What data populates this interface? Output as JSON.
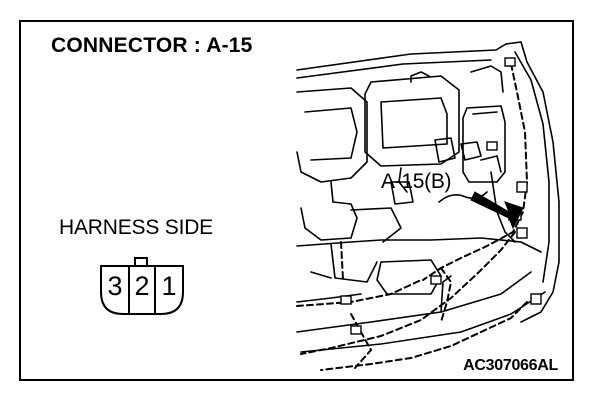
{
  "title": "CONNECTOR : A-15",
  "harness_side_label": "HARNESS SIDE",
  "connector_pins": [
    "3",
    "2",
    "1"
  ],
  "location_callout": "A-15(B)",
  "figure_code": "AC307066AL"
}
